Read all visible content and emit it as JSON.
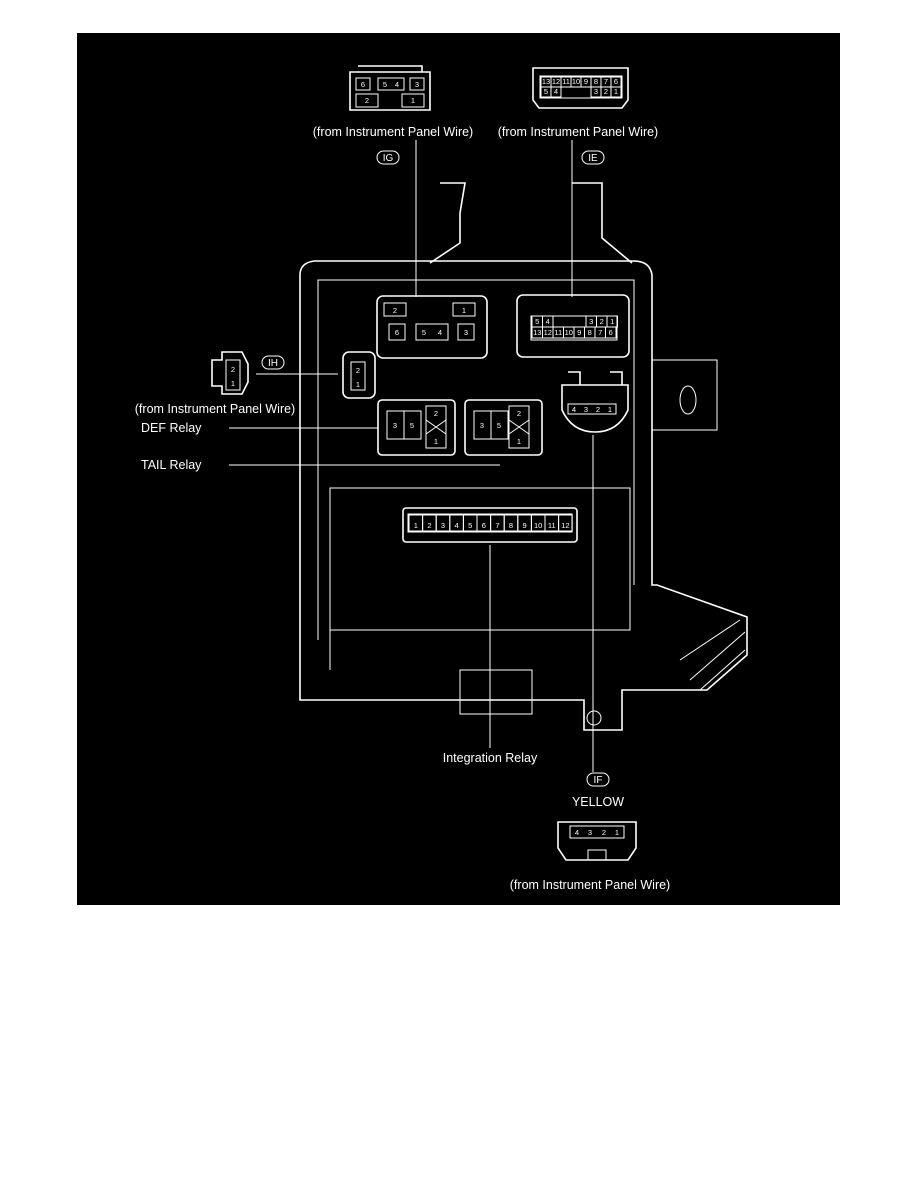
{
  "labels": {
    "ig_from": "(from Instrument Panel Wire)",
    "ie_from": "(from Instrument Panel Wire)",
    "ih_from": "(from Instrument Panel Wire)",
    "if_from": "(from Instrument Panel Wire)",
    "def_relay": "DEF Relay",
    "tail_relay": "TAIL Relay",
    "integration_relay": "Integration Relay",
    "yellow": "YELLOW"
  },
  "connectors": {
    "ig": {
      "code": "IG",
      "pins_top": [
        "6",
        "5",
        "4",
        "3"
      ],
      "pins_bottom": [
        "2",
        "1"
      ]
    },
    "ie": {
      "code": "IE",
      "pins_top": [
        "13",
        "12",
        "11",
        "10",
        "9",
        "8",
        "7",
        "6"
      ],
      "pins_bottom": [
        "5",
        "4",
        "3",
        "2",
        "1"
      ]
    },
    "ih": {
      "code": "IH",
      "pins": [
        "2",
        "1"
      ]
    },
    "if": {
      "code": "IF",
      "pins": [
        "4",
        "3",
        "2",
        "1"
      ]
    },
    "relay_pins": [
      "3",
      "5",
      "2",
      "1"
    ],
    "integration_pins": [
      "1",
      "2",
      "3",
      "4",
      "5",
      "6",
      "7",
      "8",
      "9",
      "10",
      "11",
      "12"
    ]
  },
  "colors": {
    "background": "#000000",
    "line": "#ffffff",
    "page": "#ffffff"
  }
}
